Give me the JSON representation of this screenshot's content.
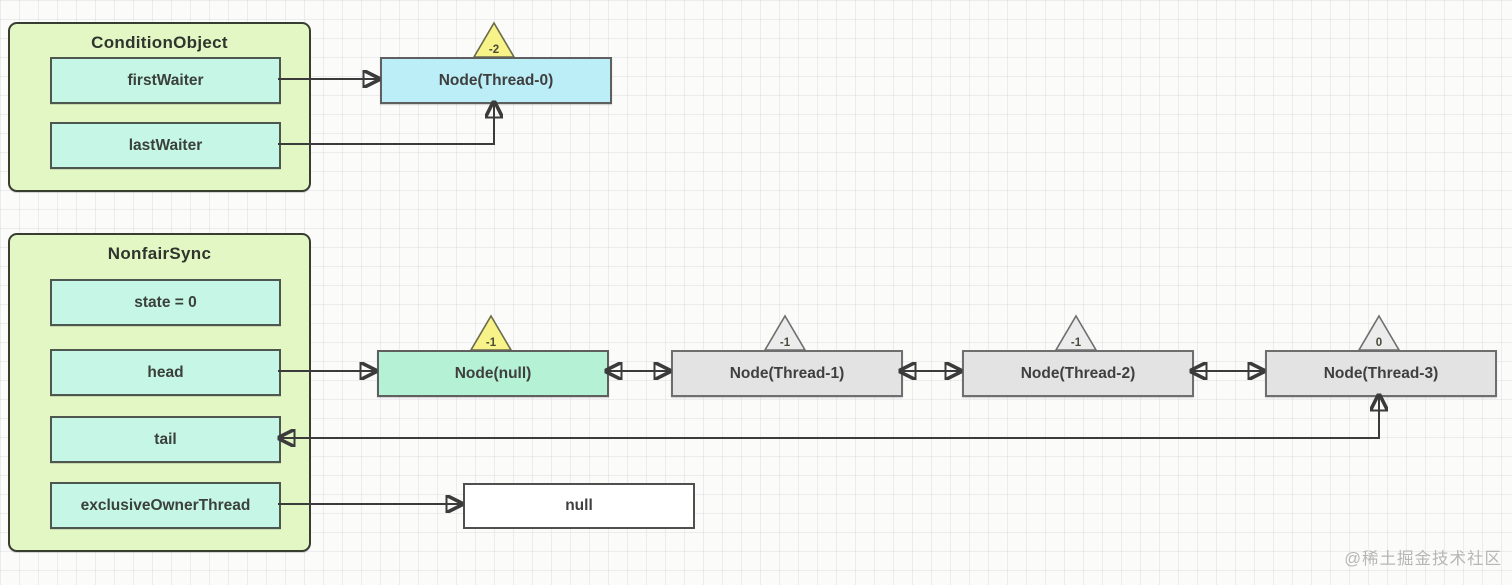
{
  "colors": {
    "group_fill": "#e3f7c5",
    "group_border": "#383d32",
    "field_fill": "#c6f6e6",
    "field_border": "#4d564f",
    "node_blue": "#bceef8",
    "node_green": "#b5f1d4",
    "node_gray": "#e3e3e3",
    "node_border": "#5f5f5f",
    "triangle_yellow": "#f8f389",
    "triangle_gray": "#ececec",
    "null_fill": "#ffffff",
    "arrow": "#3b3b3b"
  },
  "condition_object": {
    "title": "ConditionObject",
    "fields": [
      {
        "label": "firstWaiter"
      },
      {
        "label": "lastWaiter"
      }
    ]
  },
  "nonfair_sync": {
    "title": "NonfairSync",
    "fields": [
      {
        "label": "state = 0"
      },
      {
        "label": "head"
      },
      {
        "label": "tail"
      },
      {
        "label": "exclusiveOwnerThread"
      }
    ]
  },
  "nodes": [
    {
      "label": "Node(Thread-0)",
      "wait_status": "-2",
      "variant": "blue-yellow"
    },
    {
      "label": "Node(null)",
      "wait_status": "-1",
      "variant": "green-yellow"
    },
    {
      "label": "Node(Thread-1)",
      "wait_status": "-1",
      "variant": "gray"
    },
    {
      "label": "Node(Thread-2)",
      "wait_status": "-1",
      "variant": "gray"
    },
    {
      "label": "Node(Thread-3)",
      "wait_status": "0",
      "variant": "gray"
    }
  ],
  "null_box": {
    "label": "null"
  },
  "watermark": "@稀土掘金技术社区"
}
